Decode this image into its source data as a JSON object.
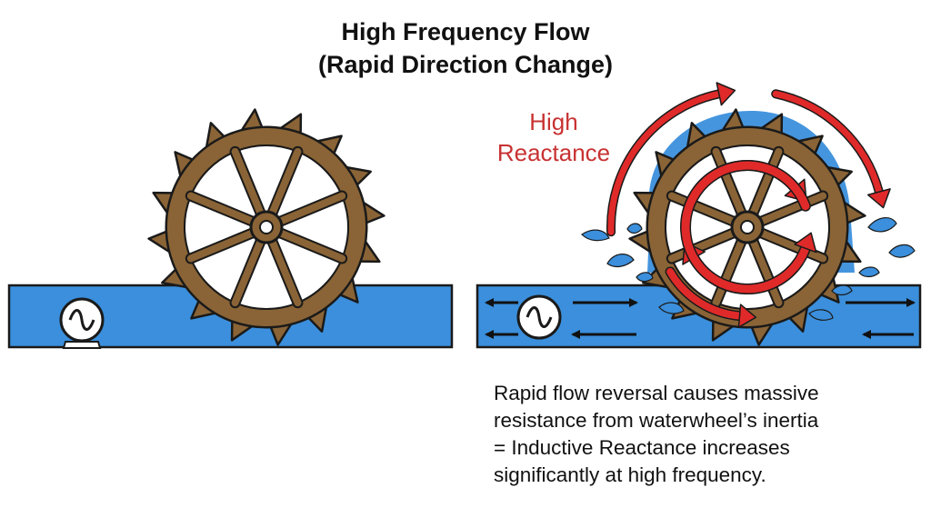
{
  "title": {
    "line1": "High Frequency Flow",
    "line2": "(Rapid Direction Change)"
  },
  "label": {
    "line1": "High",
    "line2": "Reactance"
  },
  "caption": {
    "line1": "Rapid flow reversal causes massive",
    "line2": "resistance from waterwheel’s inertia",
    "line3": "= Inductive Reactance increases",
    "line4": "significantly at high frequency."
  },
  "colors": {
    "water": "#3b8fdc",
    "wood": "#8a6436",
    "outline": "#1a1a1a",
    "arrow_red": "#e02a2a",
    "label_red": "#c83232",
    "splash": "#3b8fdc"
  },
  "icons": {
    "source_symbol": "ac-source-icon",
    "flow_arrows": "flow-arrow-icon",
    "rotation_arrows": "rotation-arrow-icon"
  }
}
